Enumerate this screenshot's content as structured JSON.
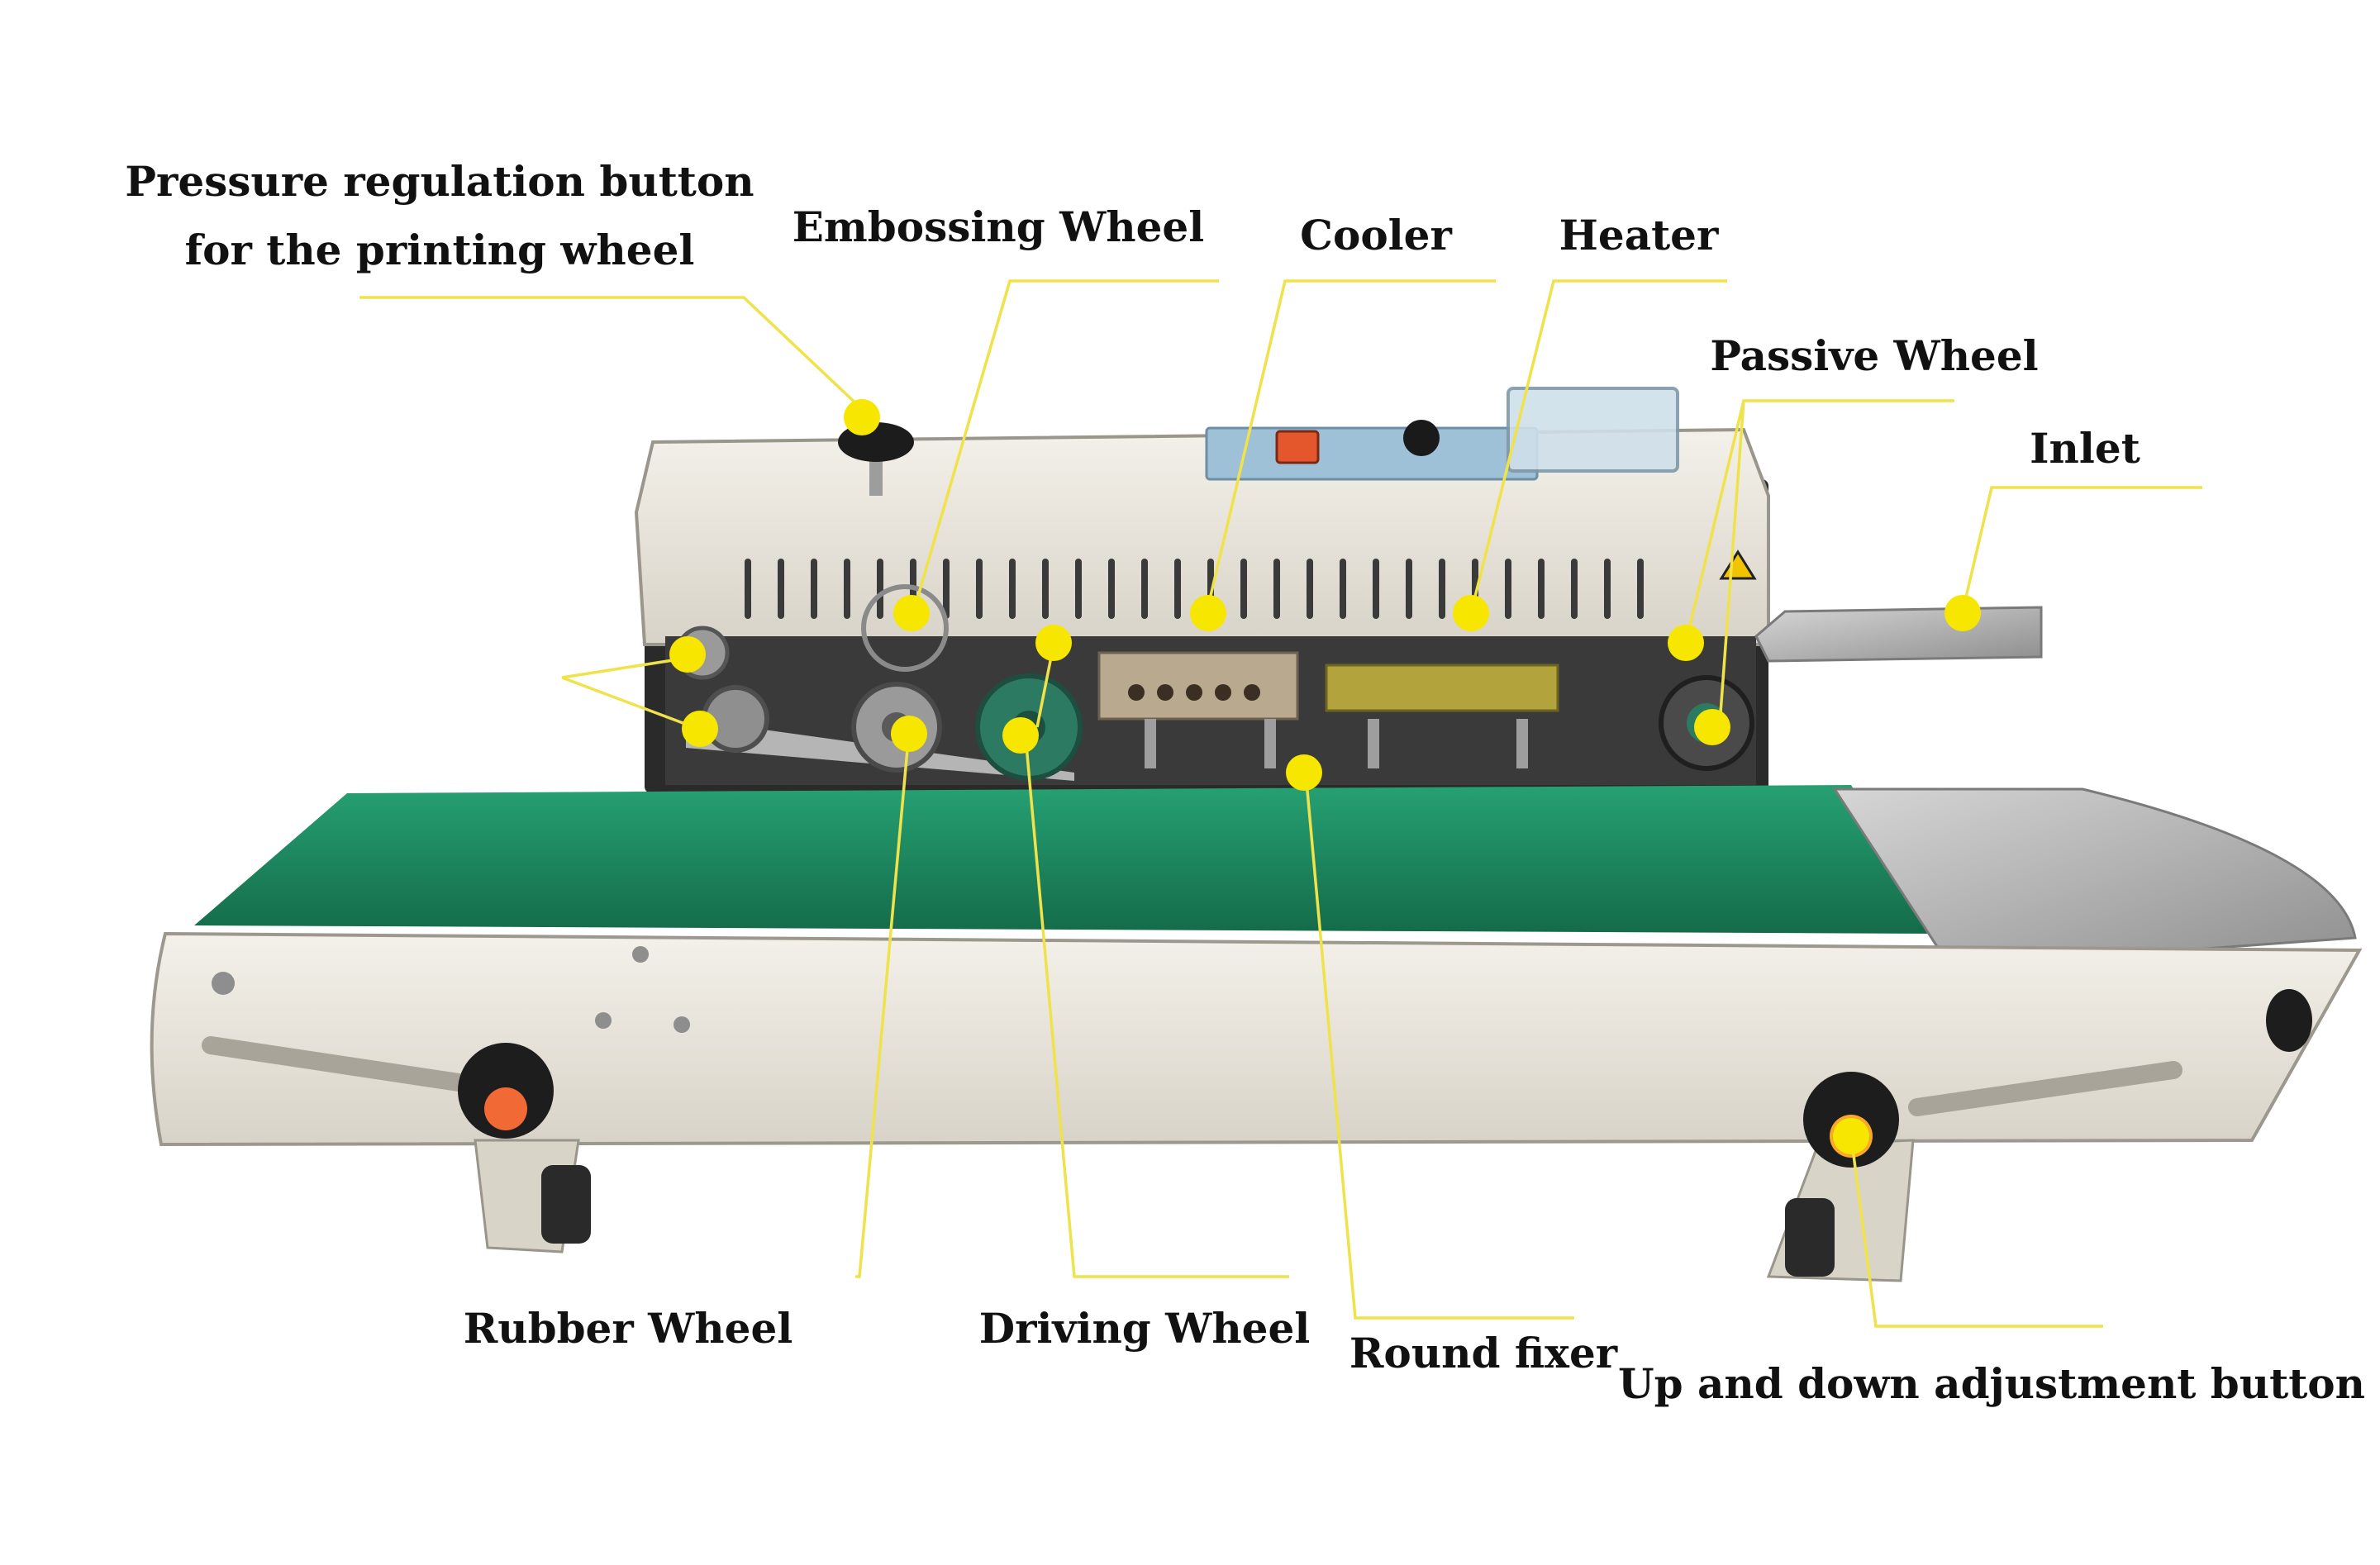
{
  "labels": {
    "pressure_line1": "Pressure regulation button",
    "pressure_line2": "for the printing wheel",
    "embossing": "Embossing Wheel",
    "cooler": "Cooler",
    "heater": "Heater",
    "passive": "Passive Wheel",
    "inlet": "Inlet",
    "rubber": "Rubber Wheel",
    "driving": "Driving Wheel",
    "round_fixer": "Round fixer",
    "updown": "Up and down adjustment button"
  },
  "colors": {
    "callout": "#f7e600",
    "callout_line": "#efe24a",
    "belt": "#1f8a62",
    "body": "#ece8e0",
    "panel": "#9fc1d8"
  }
}
